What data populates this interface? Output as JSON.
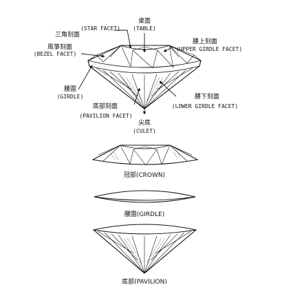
{
  "labels": {
    "table": {
      "cn": "桌面",
      "en": "(TABLE)"
    },
    "star_facet": {
      "cn": "三角刻面",
      "en": "(STAR FACET)"
    },
    "bezel_facet": {
      "cn": "風箏刻面",
      "en": "(BEZEL FACET)"
    },
    "upper_girdle_facet": {
      "cn": "腰上刻面",
      "en": "(UPPER GIRDLE FACET)"
    },
    "girdle": {
      "cn": "腰圍",
      "en": "(GIRDLE)"
    },
    "lower_girdle_facet": {
      "cn": "腰下刻面",
      "en": "(LOWER GIRDLE FACET)"
    },
    "pavilion_facet": {
      "cn": "底部刻面",
      "en": "(PAVILION FACET)"
    },
    "culet": {
      "cn": "尖底",
      "en": "(CULET)"
    }
  },
  "captions": {
    "crown": "冠部(CROWN)",
    "girdle": "腰圍(GIRDLE)",
    "pavilion": "底部(PAVILION)"
  }
}
